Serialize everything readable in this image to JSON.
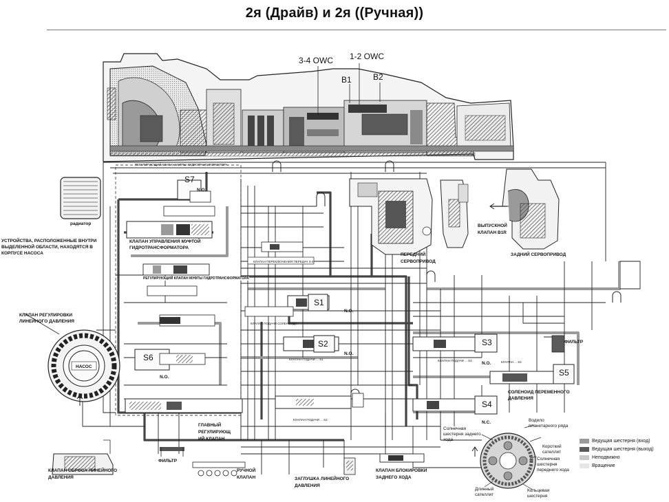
{
  "title": "2я (Драйв) и 2я ((Ручная))",
  "labels": {
    "owc34": "3-4 OWC",
    "owc12": "1-2 OWC",
    "b1": "B1",
    "b2": "B2",
    "radiator": "радиатор",
    "pump_area": [
      "УСТРОЙСТВА, РАСПОЛОЖЕННЫЕ ВНУТРИ",
      "ВЫДЕЛЕННОЙ ОБЛАСТИ, НАХОДЯТСЯ В",
      "КОРПУСЕ НАСОСА"
    ],
    "tcc_valve": [
      "КЛАПАН УПРАВЛЕНИЯ МУФТОЙ",
      "ГИДРОТРАНСФОРМАТОРА"
    ],
    "tc_regulator": "РЕГУЛИРУЮЩИЙ КЛАПАН МУФТЫ ГИДРОТРАНСФОРМАТОРА",
    "pressure_reg": [
      "КЛАПАН РЕГУЛИРОВКИ",
      "ЛИНЕЙНОГО ДАВЛЕНИЯ"
    ],
    "pump": "НАСОС",
    "s7": "S7",
    "s6": "S6",
    "s1": "S1",
    "s2": "S2",
    "s3": "S3",
    "s4": "S4",
    "s5": "S5",
    "no": "N.O.",
    "nc": "N.C.",
    "main_reg": [
      "ГЛАВНЫЙ",
      "РЕГУЛИРУЮЩ",
      "ИЙ КЛАПАН"
    ],
    "filter_bottom": "ФИЛЬТР",
    "filter_right": "ФИЛЬТР",
    "manual_valve": [
      "РУЧНОЙ",
      "КЛАПАН"
    ],
    "line_plug": [
      "ЗАГЛУШКА ЛИНЕЙНОГО",
      "ДАВЛЕНИЯ"
    ],
    "reverse_lock": [
      "КЛАПАН БЛОКИРОВКИ",
      "ЗАДНЕГО ХОДА"
    ],
    "relief_valve": [
      "КЛАПАН СБРОСА ЛИНЕЙНОГО",
      "ДАВЛЕНИЯ"
    ],
    "front_servo": [
      "ПЕРЕДНИЙ",
      "СЕРВОПРИВОД"
    ],
    "rear_servo": "ЗАДНИЙ СЕРВОПРИВОД",
    "b1r_valve": [
      "ВЫПУСКНОЙ",
      "КЛАПАН B1R"
    ],
    "var_solenoid": [
      "СОЛЕНОИД ПЕРЕМЕННОГО",
      "ДАВЛЕНИЯ"
    ],
    "carrier_drive": [
      "Водило",
      "планетарного ряда"
    ],
    "short_pinion": [
      "Короткий",
      "сателлит"
    ],
    "rev_sun": [
      "Солнечная",
      "шестерня заднего",
      "хода"
    ],
    "fwd_sun": [
      "Солнечная",
      "шестерня",
      "переднего хода"
    ],
    "long_pinion": [
      "Длинный",
      "сателлит"
    ],
    "ring_gear": [
      "Кольцевая",
      "шестерня"
    ],
    "mid_tiny_1": "КЛАПАН ПОДАЧИ ... S1",
    "mid_tiny_2": "КЛАПАН ПОДАЧИ ... S2",
    "mid_tiny_3": "КЛАПАН ПЕРЕКЛЮЧЕНИЯ ПЕРЕДАЧ 3-4",
    "mid_tiny_4": "КЛАПАН ПОДАЧИ СОЛЕНОИДА",
    "mid_tiny_5": "КЛАПАН ПОДАЧИ ... S3",
    "mid_tiny_6": "КЛАПАН ... S4"
  },
  "legend": [
    {
      "label": "Ведущая шестерня (вход)",
      "color": "#9a9a9a"
    },
    {
      "label": "Ведущая шестерня (выход)",
      "color": "#5a5a5a"
    },
    {
      "label": "Неподвижно",
      "color": "#c9c9c9"
    },
    {
      "label": "Вращение",
      "color": "#e6e6e6"
    }
  ]
}
